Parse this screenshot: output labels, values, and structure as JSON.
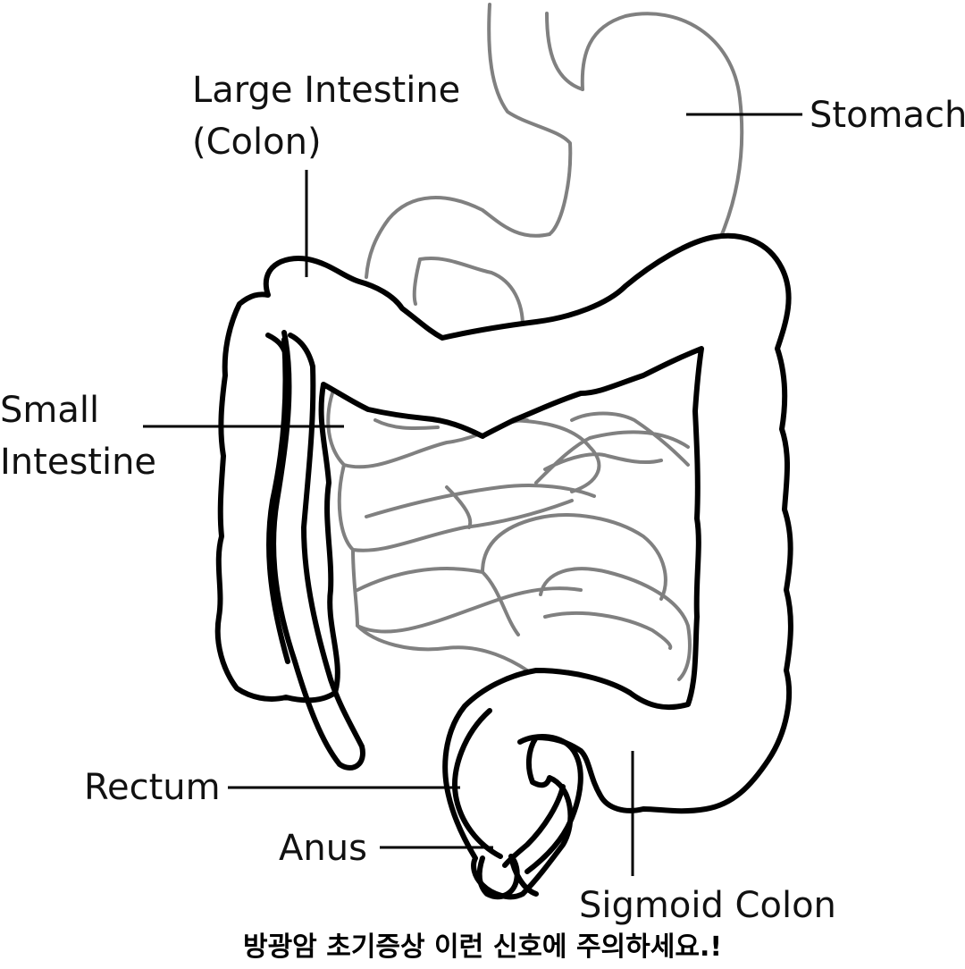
{
  "labels": {
    "large_intestine_line1": "Large Intestine",
    "large_intestine_line2": "(Colon)",
    "stomach": "Stomach",
    "small_intestine_line1": "Small",
    "small_intestine_line2": "Intestine",
    "rectum": "Rectum",
    "anus": "Anus",
    "sigmoid_colon": "Sigmoid Colon"
  },
  "caption": "방광암 초기증상 이런 신호에 주의하세요.!",
  "colors": {
    "outline": "#000000",
    "inner_organs": "#808080",
    "background": "#ffffff"
  }
}
